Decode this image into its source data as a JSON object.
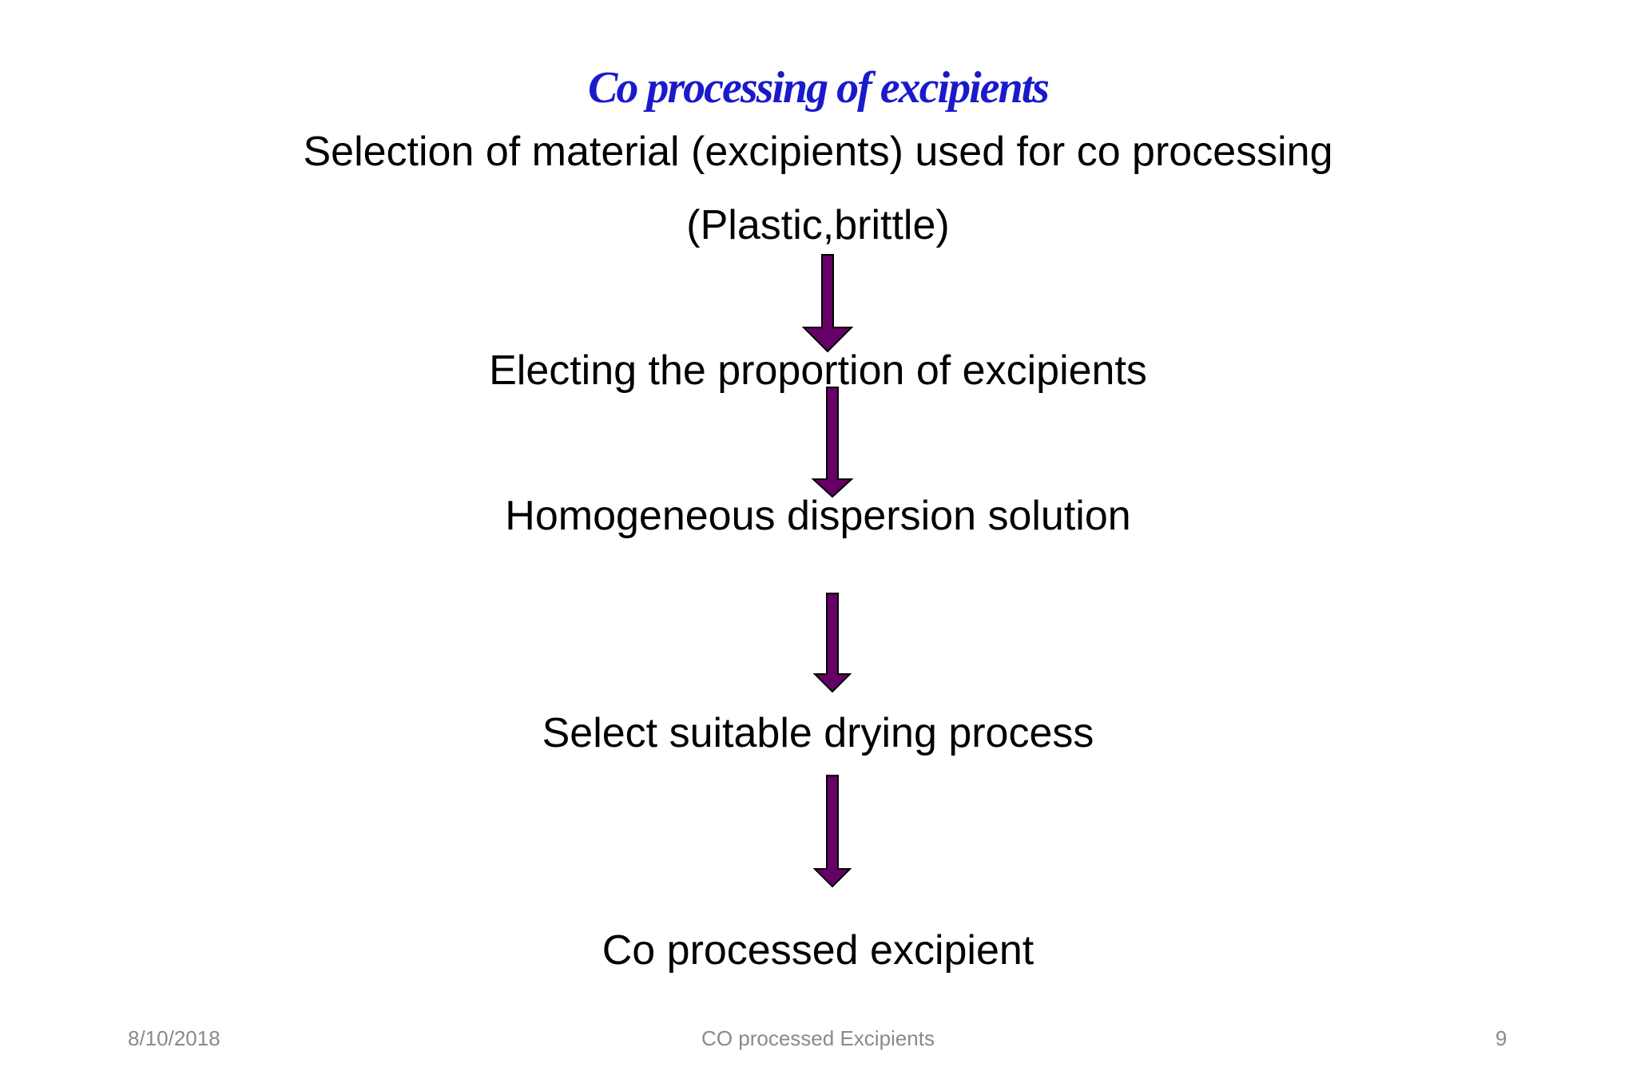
{
  "slide": {
    "title": "Co processing of excipients",
    "steps": [
      {
        "line1": "Selection of material (excipients) used for co processing",
        "line2": "(Plastic,brittle)"
      },
      {
        "line1": "Electing the proportion of excipients"
      },
      {
        "line1": "Homogeneous dispersion solution"
      },
      {
        "line1": "Select suitable drying process"
      },
      {
        "line1": "Co processed excipient"
      }
    ],
    "footer": {
      "date": "8/10/2018",
      "center": "CO processed Excipients",
      "page_number": "9"
    }
  },
  "colors": {
    "title": "#1a1acc",
    "arrow_fill": "#660066",
    "arrow_stroke": "#000000"
  },
  "icons": [
    "down-arrow-icon"
  ]
}
